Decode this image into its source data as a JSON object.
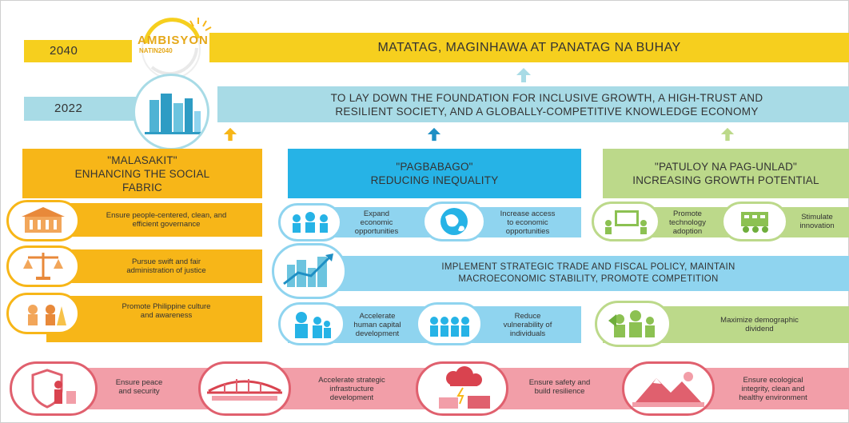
{
  "colors": {
    "yellow": "#f6cf1e",
    "teal": "#a8dbe6",
    "orange": "#f7b618",
    "blue": "#26b3e6",
    "lightblue": "#8fd4ef",
    "green": "#bcd98a",
    "pink": "#f29ea8"
  },
  "logo": {
    "line1": "AMBISYON",
    "line2": "NATIN",
    "line3": "2040"
  },
  "vision": {
    "year": "2040",
    "text": "MATATAG, MAGINHAWA AT PANATAG NA BUHAY"
  },
  "goal": {
    "year": "2022",
    "line1": "TO LAY DOWN THE FOUNDATION FOR INCLUSIVE GROWTH, A HIGH-TRUST AND",
    "line2": "RESILIENT SOCIETY, AND A GLOBALLY-COMPETITIVE KNOWLEDGE ECONOMY"
  },
  "pillars": [
    {
      "line1": "\"MALASAKIT\"",
      "line2": "ENHANCING THE SOCIAL",
      "line3": "FABRIC"
    },
    {
      "line1": "\"PAGBABAGO\"",
      "line2": "REDUCING INEQUALITY",
      "line3": ""
    },
    {
      "line1": "\"PATULOY NA PAG-UNLAD\"",
      "line2": "INCREASING GROWTH POTENTIAL",
      "line3": ""
    }
  ],
  "malasakit": [
    {
      "line1": "Ensure people-centered, clean, and",
      "line2": "efficient governance",
      "icon": "government-building-icon"
    },
    {
      "line1": "Pursue swift and fair",
      "line2": "administration of justice",
      "icon": "scales-of-justice-icon"
    },
    {
      "line1": "Promote Philippine culture",
      "line2": "and awareness",
      "icon": "culture-icon"
    }
  ],
  "pagbabago_top": [
    {
      "line1": "Expand",
      "line2": "economic",
      "line3": "opportunities",
      "icon": "people-group-icon"
    },
    {
      "line1": "Increase access",
      "line2": "to economic",
      "line3": "opportunities",
      "icon": "globe-icon"
    }
  ],
  "pagbabago_bottom": [
    {
      "line1": "Accelerate",
      "line2": "human capital",
      "line3": "development",
      "icon": "family-icon"
    },
    {
      "line1": "Reduce",
      "line2": "vulnerability of",
      "line3": "individuals",
      "icon": "people-group-icon"
    }
  ],
  "patuloy_top": [
    {
      "line1": "Promote",
      "line2": "technology",
      "line3": "adoption",
      "icon": "technology-icon"
    },
    {
      "line1": "Stimulate",
      "line2": "innovation",
      "line3": "",
      "icon": "innovation-icon"
    }
  ],
  "patuloy_bottom": {
    "line1": "Maximize demographic",
    "line2": "dividend",
    "icon": "demographic-icon"
  },
  "trade": {
    "line1": "IMPLEMENT STRATEGIC TRADE AND FISCAL POLICY, MAINTAIN",
    "line2": "MACROECONOMIC STABILITY, PROMOTE COMPETITION",
    "icon": "city-growth-icon"
  },
  "foundation": [
    {
      "line1": "Ensure peace",
      "line2": "and security",
      "line3": "",
      "icon": "shield-icon"
    },
    {
      "line1": "Accelerate strategic",
      "line2": "infrastructure",
      "line3": "development",
      "icon": "bridge-icon"
    },
    {
      "line1": "Ensure safety and",
      "line2": "build resilience",
      "line3": "",
      "icon": "storm-cloud-icon"
    },
    {
      "line1": "Ensure ecological",
      "line2": "integrity, clean and",
      "line3": "healthy environment",
      "icon": "mountain-icon"
    }
  ]
}
